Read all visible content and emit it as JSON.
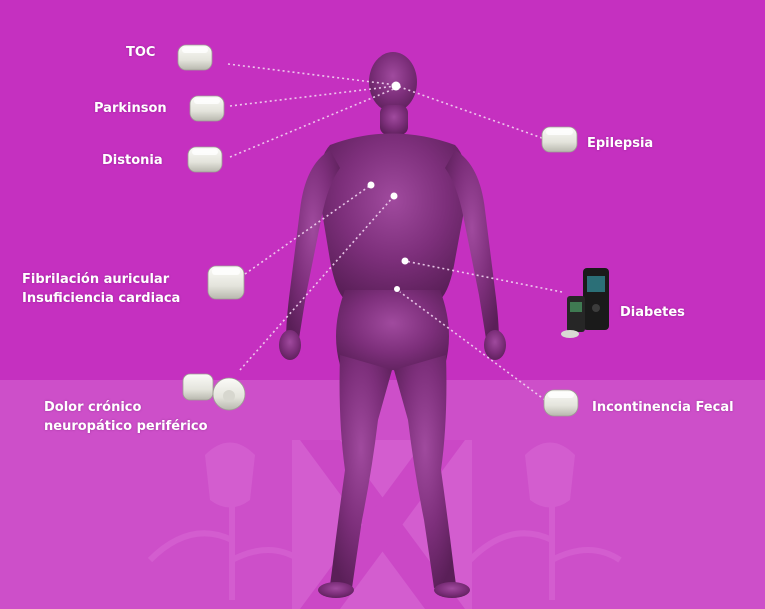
{
  "colors": {
    "background": "#c530c0",
    "lower_band": "#cd4fc9",
    "body": "#7a2c78",
    "text": "#ffffff",
    "connector": "#f3d6f2"
  },
  "labels": {
    "toc": "TOC",
    "parkinson": "Parkinson",
    "distonia": "Distonia",
    "epilepsia": "Epilepsia",
    "fibrilacion_1": "Fibrilación auricular",
    "fibrilacion_2": "Insuficiencia cardiaca",
    "diabetes": "Diabetes",
    "dolor_1": "Dolor crónico",
    "dolor_2": "neuropático periférico",
    "incontinencia": "Incontinencia Fecal"
  },
  "icons": {
    "neurostimulator": "implantable-neurostimulator-icon",
    "insulin_pump": "insulin-pump-icon",
    "spinal_stimulator": "spinal-cord-stimulator-icon",
    "watermark": "thistle-saltire-crest-watermark"
  }
}
